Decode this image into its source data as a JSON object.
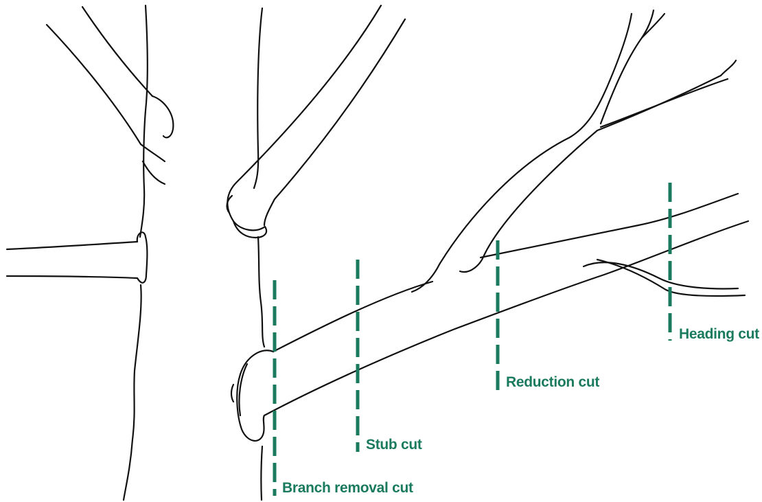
{
  "accent_color": "#1a7a5e",
  "cuts": [
    {
      "id": "branch-removal",
      "label": "Branch removal cut"
    },
    {
      "id": "stub",
      "label": "Stub cut"
    },
    {
      "id": "reduction",
      "label": "Reduction cut"
    },
    {
      "id": "heading",
      "label": "Heading cut"
    }
  ]
}
